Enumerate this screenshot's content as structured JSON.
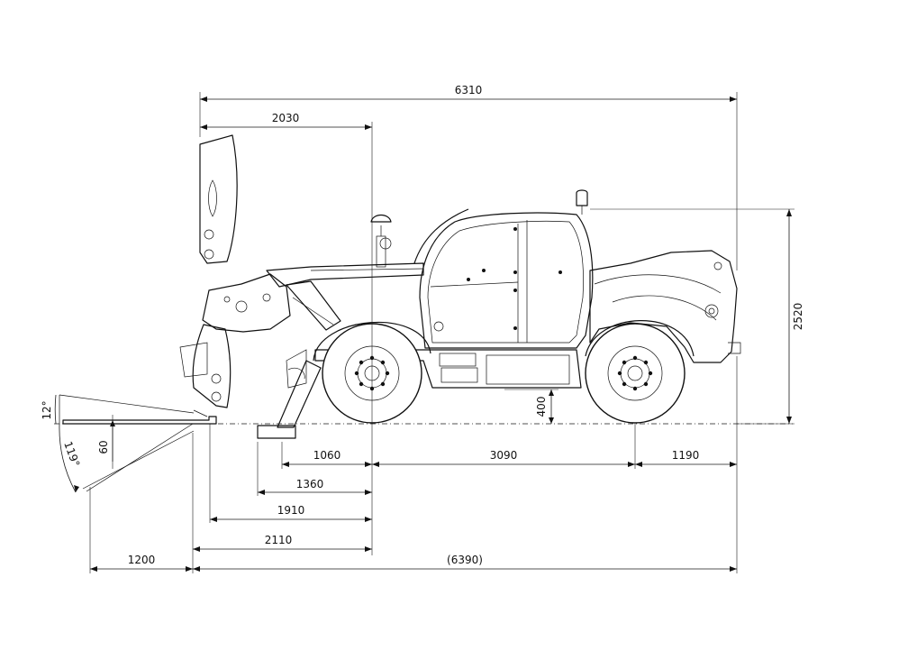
{
  "dimensions": {
    "overall_length": "6310",
    "front_overhang_to_axle": "2030",
    "overall_height": "2520",
    "ground_clearance": "400",
    "front_axle_to_stabilizer": "1060",
    "wheelbase": "3090",
    "rear_overhang": "1190",
    "stabilizer_span": "1360",
    "axle_to_fork_heel_1": "1910",
    "axle_to_fork_heel_2": "2110",
    "fork_length": "1200",
    "total_length_with_forks": "(6390)"
  },
  "angles": {
    "fork_tilt_up": "12°",
    "fork_tilt_down": "119°",
    "fork_drop": "60"
  }
}
